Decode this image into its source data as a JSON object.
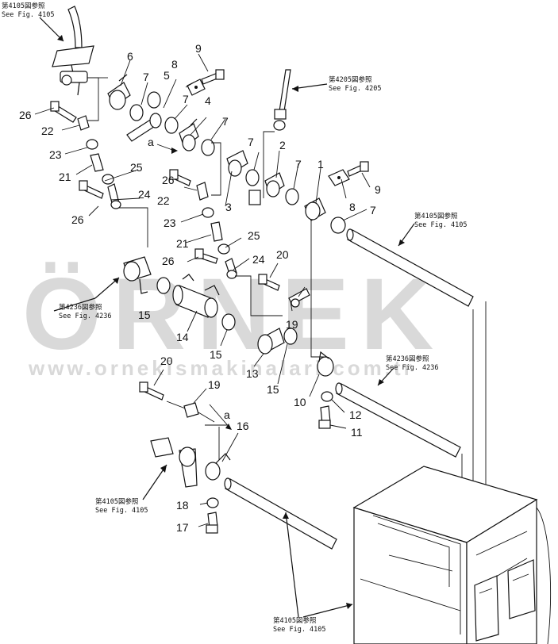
{
  "watermark": {
    "brand": "ÖRNEK",
    "url": "www.ornekismakinalari.com.tr"
  },
  "references": {
    "r4105a": {
      "jp": "第4105図参照",
      "en": "See Fig. 4105"
    },
    "r4205": {
      "jp": "第4205図参照",
      "en": "See Fig. 4205"
    },
    "r4105b": {
      "jp": "第4105図参照",
      "en": "See Fig. 4105"
    },
    "r4236a": {
      "jp": "第4236図参照",
      "en": "See Fig. 4236"
    },
    "r4236b": {
      "jp": "第4236図参照",
      "en": "See Fig. 4236"
    },
    "r4105c": {
      "jp": "第4105図参照",
      "en": "See Fig. 4105"
    },
    "r4105d": {
      "jp": "第4105図参照",
      "en": "See Fig. 4105"
    }
  },
  "labels": {
    "n1": "1",
    "n2": "2",
    "n3": "3",
    "n4": "4",
    "n5": "5",
    "n6": "6",
    "n7a": "7",
    "n7b": "7",
    "n7c": "7",
    "n7d": "7",
    "n7e": "7",
    "n7f": "7",
    "n8a": "8",
    "n8b": "8",
    "n9a": "9",
    "n9b": "9",
    "n10": "10",
    "n11": "11",
    "n12": "12",
    "n13": "13",
    "n14": "14",
    "n15a": "15",
    "n15b": "15",
    "n15c": "15",
    "n16": "16",
    "n17": "17",
    "n18": "18",
    "n19a": "19",
    "n19b": "19",
    "n20a": "20",
    "n20b": "20",
    "n21a": "21",
    "n21b": "21",
    "n22a": "22",
    "n22b": "22",
    "n23a": "23",
    "n23b": "23",
    "n24a": "24",
    "n24b": "24",
    "n25a": "25",
    "n25b": "25",
    "n26a": "26",
    "n26b": "26",
    "n26c": "26",
    "n26d": "26",
    "a1": "a",
    "a2": "a"
  }
}
